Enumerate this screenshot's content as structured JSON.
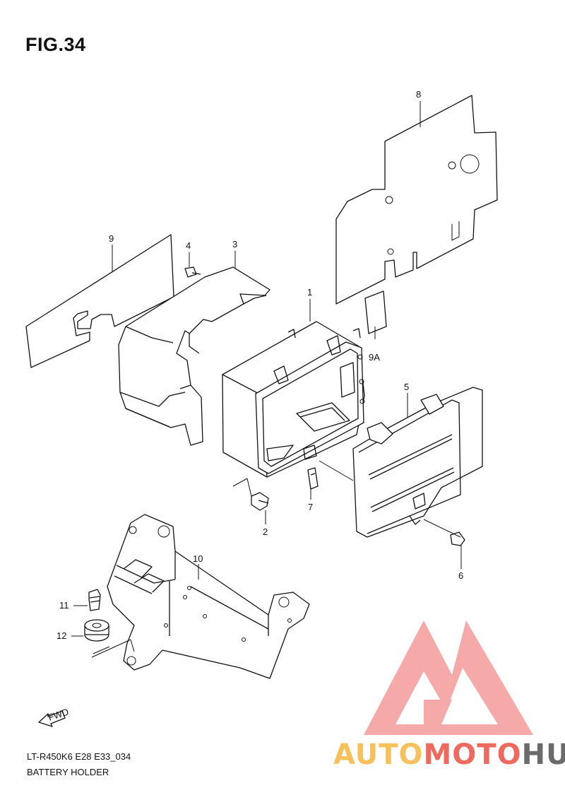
{
  "figure": {
    "title": "FIG.34",
    "model_code": "LT-R450K6 E28 E33_034",
    "caption": "BATTERY HOLDER"
  },
  "callouts": [
    {
      "id": "part-1",
      "label": "1"
    },
    {
      "id": "part-2",
      "label": "2"
    },
    {
      "id": "part-3",
      "label": "3"
    },
    {
      "id": "part-4",
      "label": "4"
    },
    {
      "id": "part-5",
      "label": "5"
    },
    {
      "id": "part-6",
      "label": "6"
    },
    {
      "id": "part-7",
      "label": "7"
    },
    {
      "id": "part-8",
      "label": "8"
    },
    {
      "id": "part-9",
      "label": "9"
    },
    {
      "id": "part-9a",
      "label": "9A"
    },
    {
      "id": "part-10",
      "label": "10"
    },
    {
      "id": "part-11",
      "label": "11"
    },
    {
      "id": "part-12",
      "label": "12"
    }
  ],
  "fwd_arrow": {
    "label": "FWD"
  },
  "watermark": {
    "part_a": "AUTO",
    "part_b": "MOTO",
    "part_c": "HUB",
    "colors": {
      "yellow": "#f6c15a",
      "red": "#ef6a5e",
      "gray": "#6b6b6b",
      "logo": "#f4a0a0"
    }
  }
}
